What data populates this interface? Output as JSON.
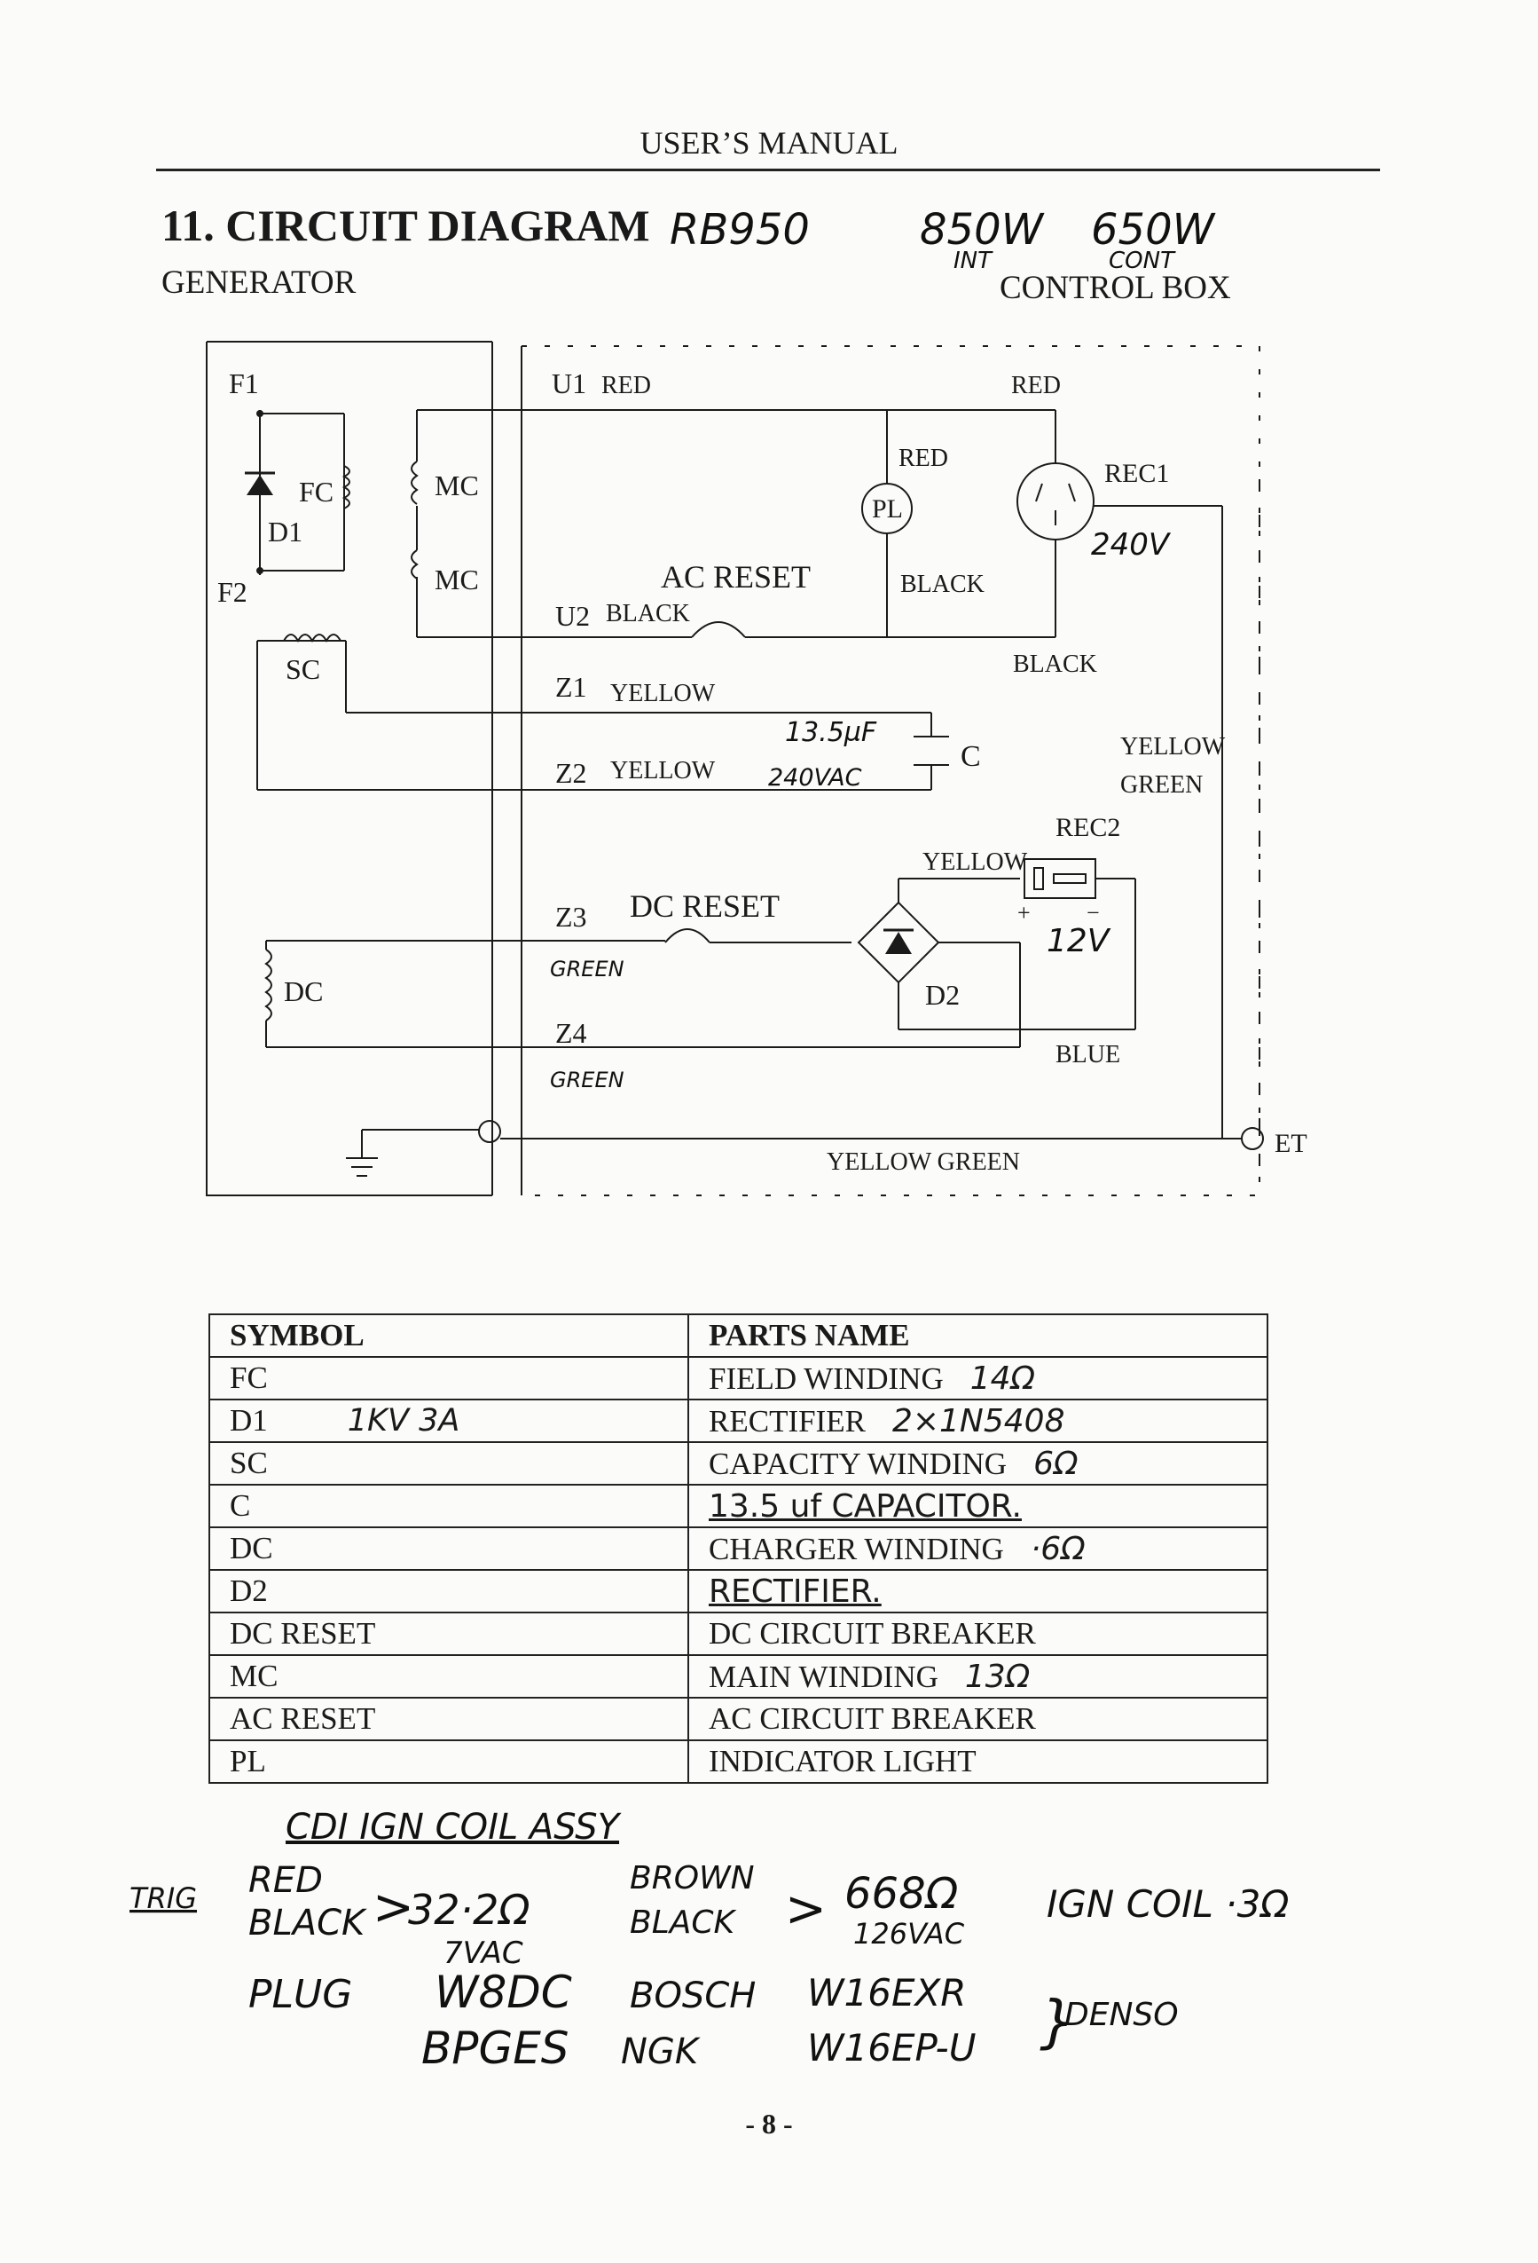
{
  "header": {
    "title": "USER’S MANUAL"
  },
  "heading": {
    "printed": "11. CIRCUIT DIAGRAM",
    "model_note": "RB950",
    "int_power": "850W",
    "int_label": "INT",
    "cont_power": "650W",
    "cont_label": "CONT",
    "left_label": "GENERATOR",
    "right_label": "CONTROL BOX"
  },
  "diagram": {
    "labels": {
      "f1": "F1",
      "f2": "F2",
      "fc": "FC",
      "d1": "D1",
      "mc1": "MC",
      "mc2": "MC",
      "sc": "SC",
      "dc": "DC",
      "u1": "U1",
      "u2": "U2",
      "u1_color": "RED",
      "red_top_right": "RED",
      "pl_red": "RED",
      "pl": "PL",
      "pl_black": "BLACK",
      "rec1": "REC1",
      "ac_reset": "AC RESET",
      "u2_color": "BLACK",
      "black_right": "BLACK",
      "z1": "Z1",
      "z1_color": "YELLOW",
      "z2": "Z2",
      "z2_color": "YELLOW",
      "c": "C",
      "yellow_right": "YELLOW",
      "green_right": "GREEN",
      "rec2": "REC2",
      "rec2_yellow": "YELLOW",
      "plus": "+",
      "minus": "−",
      "z3": "Z3",
      "dc_reset": "DC RESET",
      "d2": "D2",
      "z4": "Z4",
      "blue": "BLUE",
      "yellow_green": "YELLOW GREEN",
      "et": "ET"
    },
    "handwritten": {
      "rec1_volts": "240V",
      "cap_value": "13.5µF",
      "cap_rating": "240VAC",
      "rec2_volts": "12V",
      "z3_color": "GREEN",
      "z4_color": "GREEN"
    }
  },
  "parts_table": {
    "headers": [
      "SYMBOL",
      "PARTS NAME"
    ],
    "rows": [
      {
        "symbol": "FC",
        "symbol_note": "",
        "name": "FIELD WINDING",
        "name_note": "14Ω",
        "typed": false
      },
      {
        "symbol": "D1",
        "symbol_note": "1KV 3A",
        "name": "RECTIFIER",
        "name_note": "2×1N5408",
        "typed": false
      },
      {
        "symbol": "SC",
        "symbol_note": "",
        "name": "CAPACITY WINDING",
        "name_note": "6Ω",
        "typed": false
      },
      {
        "symbol": "C",
        "symbol_note": "",
        "name": "13.5 uf CAPACITOR.",
        "name_note": "",
        "typed": true
      },
      {
        "symbol": "DC",
        "symbol_note": "",
        "name": "CHARGER WINDING",
        "name_note": "·6Ω",
        "typed": false
      },
      {
        "symbol": "D2",
        "symbol_note": "",
        "name": "RECTIFIER.",
        "name_note": "",
        "typed": true
      },
      {
        "symbol": "DC RESET",
        "symbol_note": "",
        "name": "DC CIRCUIT BREAKER",
        "name_note": "",
        "typed": false
      },
      {
        "symbol": "MC",
        "symbol_note": "",
        "name": "MAIN WINDING",
        "name_note": "13Ω",
        "typed": false
      },
      {
        "symbol": "AC RESET",
        "symbol_note": "",
        "name": "AC CIRCUIT BREAKER",
        "name_note": "",
        "typed": false
      },
      {
        "symbol": "PL",
        "symbol_note": "",
        "name": "INDICATOR LIGHT",
        "name_note": "",
        "typed": false
      }
    ]
  },
  "notes": {
    "cdi_title": "CDI IGN COIL ASSY",
    "trig": "TRIG",
    "red": "RED",
    "black1": "BLACK",
    "trig_res": "32·2Ω",
    "trig_vac": "7VAC",
    "brown": "BROWN",
    "black2": "BLACK",
    "coil_res": "668Ω",
    "coil_vac": "126VAC",
    "ign_coil": "IGN COIL ·3Ω",
    "plug": "PLUG",
    "bosch_plug": "W8DC",
    "bosch": "BOSCH",
    "ngk_plug": "BPGES",
    "ngk": "NGK",
    "denso_plug1": "W16EXR",
    "denso_plug2": "W16EP-U",
    "denso": "DENSO"
  },
  "footer": {
    "page": "- 8 -"
  }
}
